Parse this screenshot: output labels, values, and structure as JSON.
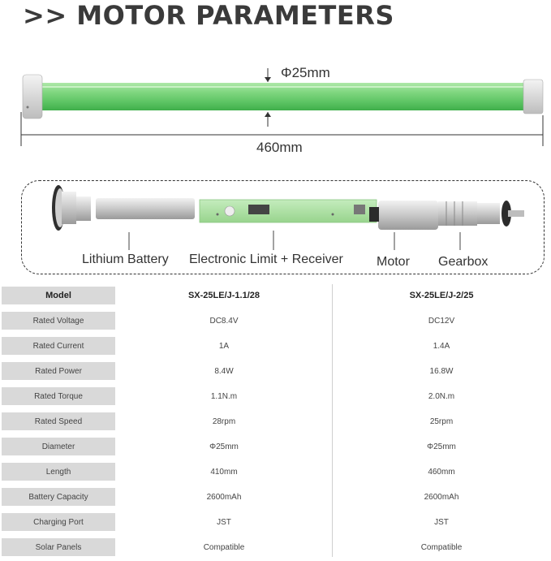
{
  "title": ">> MOTOR PARAMETERS",
  "dimensions": {
    "diameter": "Φ25mm",
    "length": "460mm"
  },
  "components": [
    "Lithium Battery",
    "Electronic Limit + Receiver",
    "Motor",
    "Gearbox"
  ],
  "colors": {
    "tube": "#7fd67f",
    "tube_dark": "#3fae4a",
    "label_bg": "#d9d9d9",
    "pcb": "#a9dfa0"
  },
  "table": {
    "header": {
      "label": "Model",
      "models": [
        "SX-25LE/J-1.1/28",
        "SX-25LE/J-2/25"
      ]
    },
    "rows": [
      {
        "label": "Rated Voltage",
        "values": [
          "DC8.4V",
          "DC12V"
        ]
      },
      {
        "label": "Rated Current",
        "values": [
          "1A",
          "1.4A"
        ]
      },
      {
        "label": "Rated Power",
        "values": [
          "8.4W",
          "16.8W"
        ]
      },
      {
        "label": "Rated Torque",
        "values": [
          "1.1N.m",
          "2.0N.m"
        ]
      },
      {
        "label": "Rated Speed",
        "values": [
          "28rpm",
          "25rpm"
        ]
      },
      {
        "label": "Diameter",
        "values": [
          "Φ25mm",
          "Φ25mm"
        ]
      },
      {
        "label": "Length",
        "values": [
          "410mm",
          "460mm"
        ]
      },
      {
        "label": "Battery Capacity",
        "values": [
          "2600mAh",
          "2600mAh"
        ]
      },
      {
        "label": "Charging Port",
        "values": [
          "JST",
          "JST"
        ]
      },
      {
        "label": "Solar Panels",
        "values": [
          "Compatible",
          "Compatible"
        ]
      }
    ]
  }
}
